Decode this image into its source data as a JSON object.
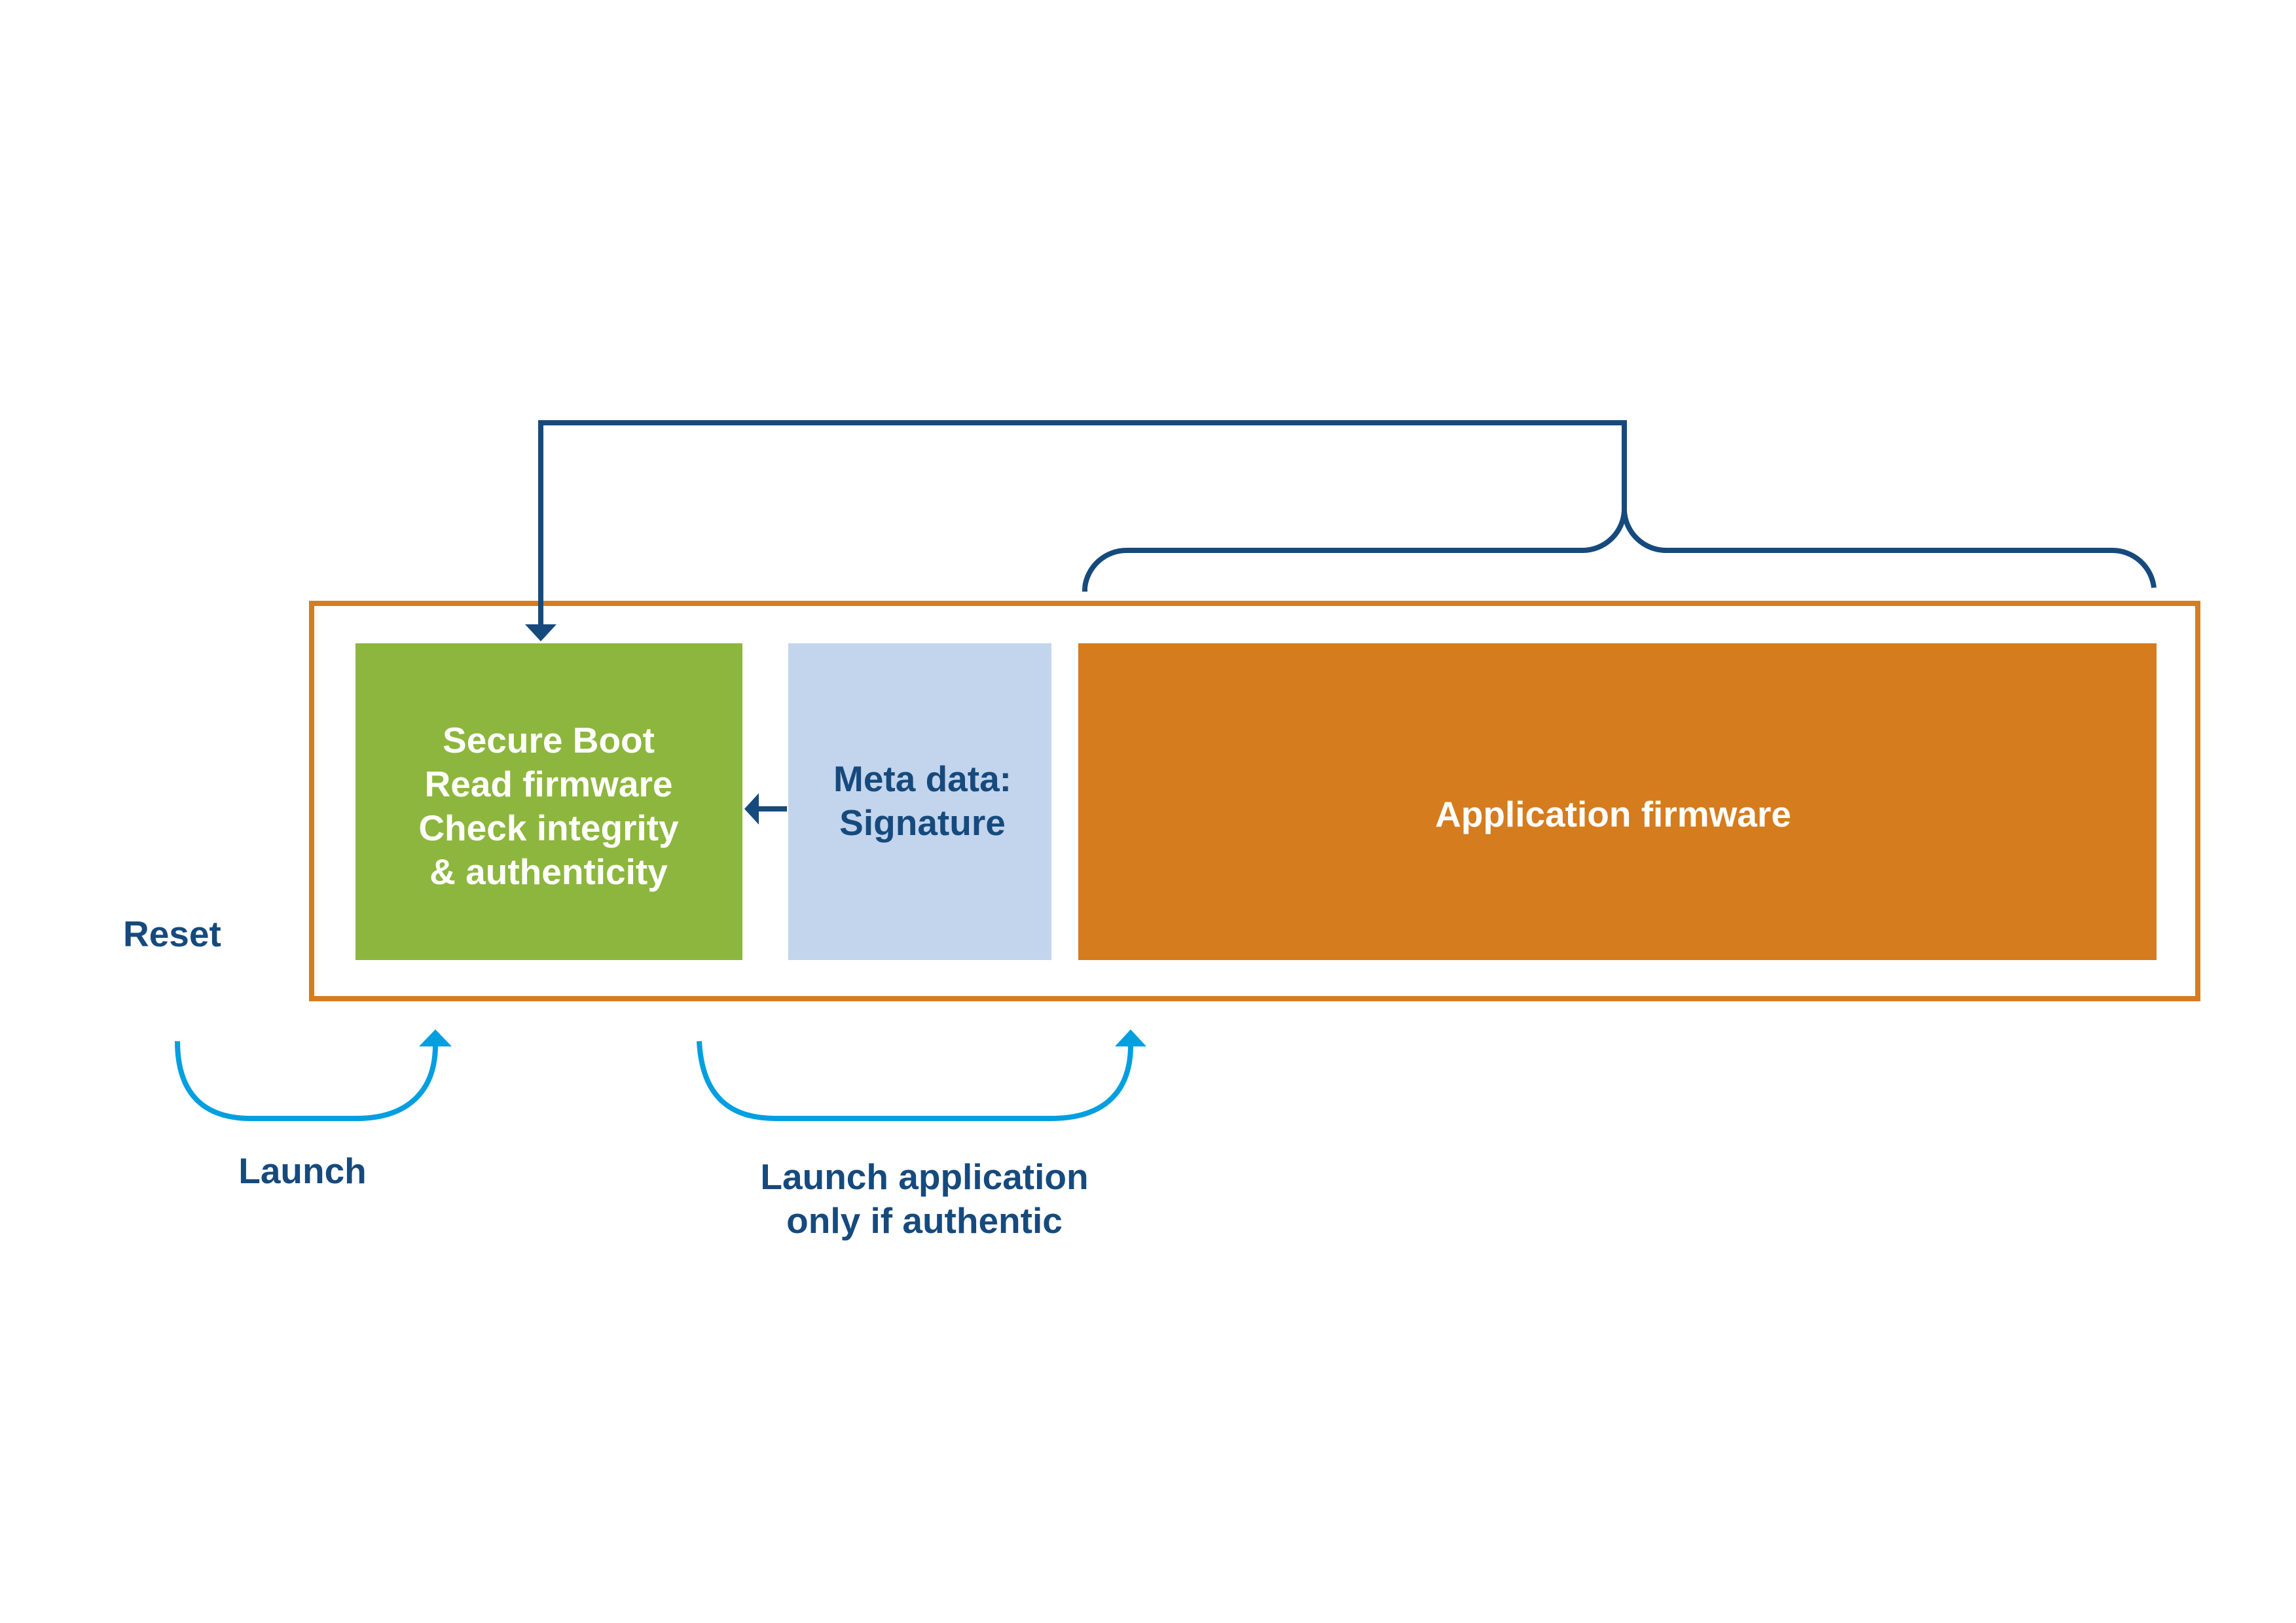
{
  "colors": {
    "navy": "#164a7d",
    "secure_boot_green": "#8db63e",
    "metadata_blue": "#c3d4ed",
    "app_orange": "#d57c1e",
    "flash_border_orange": "#d67d1f",
    "launch_cyan": "#009fe0"
  },
  "blocks": {
    "secure_boot": {
      "lines": [
        "Secure Boot",
        "Read firmware",
        "Check integrity",
        "& authenticity"
      ]
    },
    "metadata": {
      "lines": [
        "Meta data:",
        "Signature"
      ]
    },
    "application": {
      "lines": [
        "Application firmware"
      ]
    }
  },
  "labels": {
    "reset": "Reset",
    "launch": "Launch",
    "launch_app": [
      "Launch application",
      "only if authentic"
    ]
  },
  "connectors": [
    {
      "from": "application",
      "to": "secure_boot",
      "style": "brace-elbow-arrow",
      "meaning": "firmware read by secure boot"
    },
    {
      "from": "metadata",
      "to": "secure_boot",
      "style": "arrow",
      "meaning": "signature checked"
    },
    {
      "from": "reset",
      "to": "secure_boot",
      "style": "curved-arrow",
      "label": "Launch"
    },
    {
      "from": "secure_boot",
      "to": "application",
      "style": "curved-arrow",
      "label": "Launch application only if authentic"
    }
  ]
}
